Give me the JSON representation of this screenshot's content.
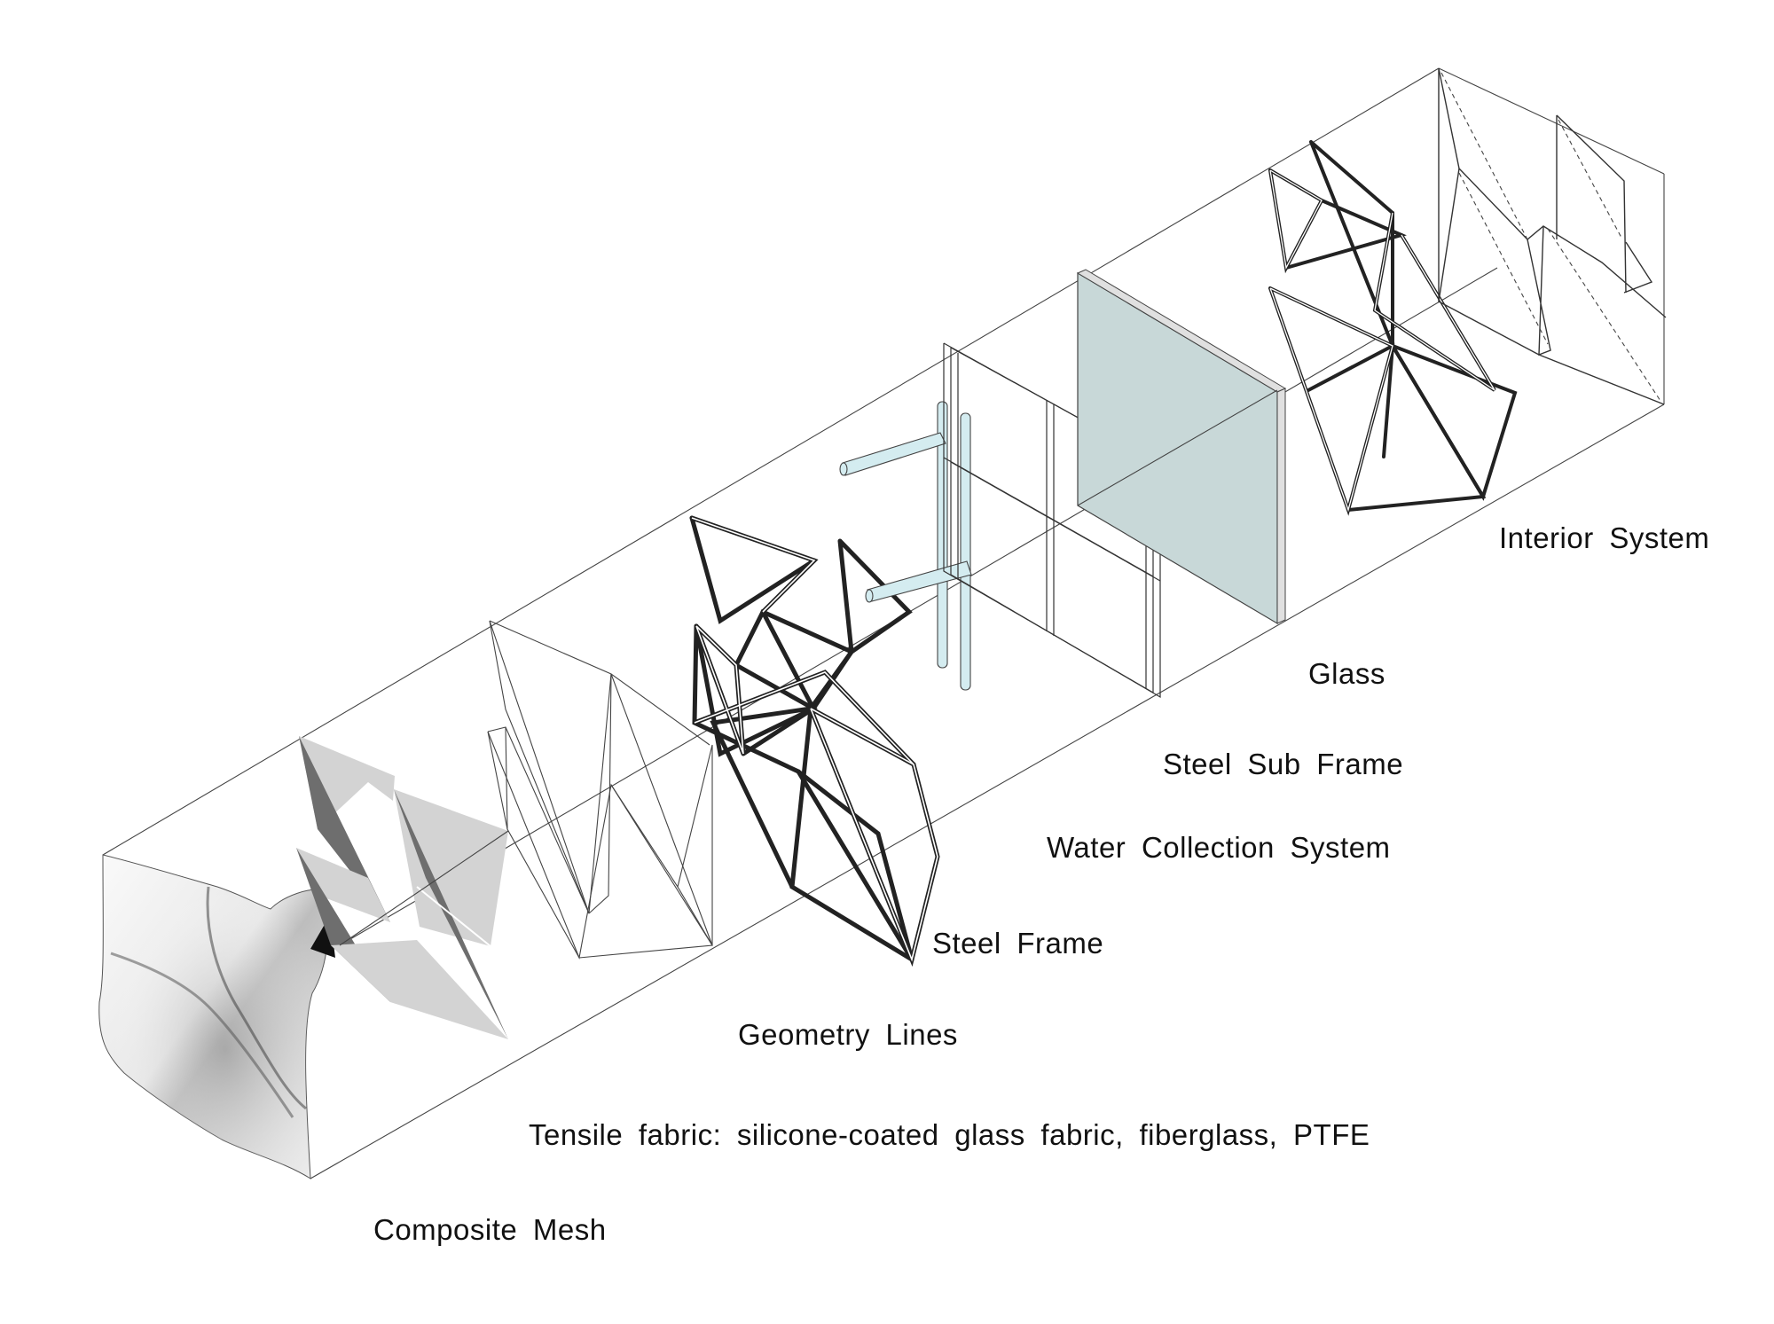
{
  "diagram": {
    "type": "exploded axonometric facade assembly",
    "colors": {
      "background": "#ffffff",
      "line": "#333333",
      "glass": "#c8d8d8",
      "glass_edge": "#e0e0e0",
      "water_pipe": "#d4ecf0",
      "fabric_light": "#d3d3d3",
      "fabric_dark": "#6e6e6e"
    },
    "layers": [
      {
        "id": "composite-mesh",
        "label": "Composite Mesh"
      },
      {
        "id": "tensile-fabric",
        "label": "Tensile fabric: silicone-coated glass fabric, fiberglass, PTFE"
      },
      {
        "id": "geometry-lines",
        "label": "Geometry Lines"
      },
      {
        "id": "steel-frame",
        "label": "Steel Frame"
      },
      {
        "id": "water-collection",
        "label": "Water Collection System"
      },
      {
        "id": "steel-sub-frame",
        "label": "Steel Sub Frame"
      },
      {
        "id": "glass",
        "label": "Glass"
      },
      {
        "id": "interior-system",
        "label": "Interior System"
      }
    ]
  }
}
